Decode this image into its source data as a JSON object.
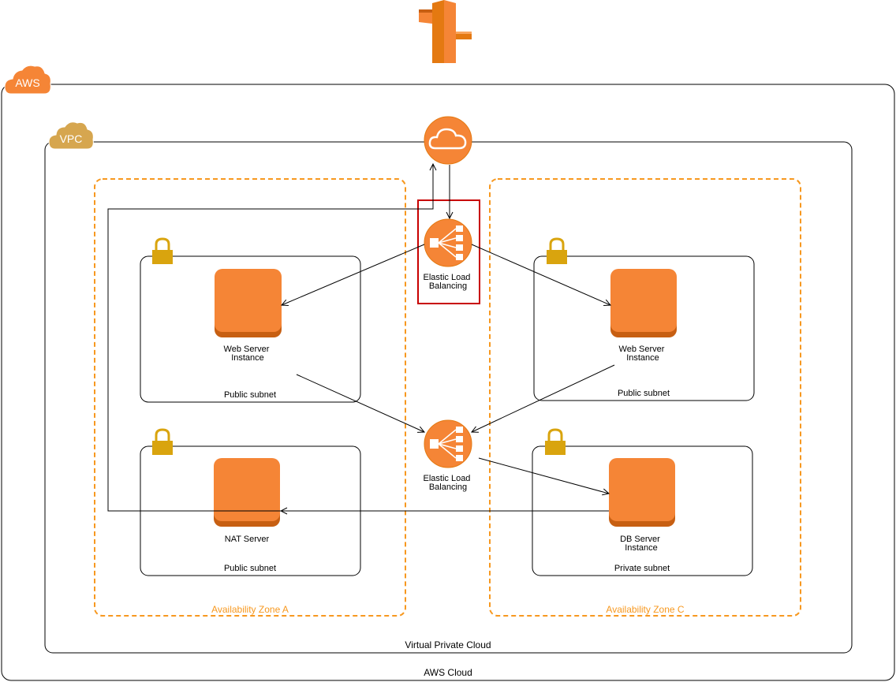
{
  "diagram": {
    "aws_badge": "AWS",
    "vpc_badge": "VPC",
    "aws_cloud_label": "AWS Cloud",
    "vpc_label": "Virtual Private Cloud",
    "zone_a_label": "Availability Zone A",
    "zone_c_label": "Availability Zone C",
    "subnets": {
      "a_top": "Public subnet",
      "c_top": "Public subnet",
      "a_bottom": "Public subnet",
      "c_bottom": "Private subnet"
    },
    "instances": {
      "web_a": [
        "Web Server",
        "Instance"
      ],
      "web_c": [
        "Web Server",
        "Instance"
      ],
      "nat": [
        "NAT Server"
      ],
      "db": [
        "DB Server",
        "Instance"
      ]
    },
    "load_balancers": {
      "public": [
        "Elastic Load",
        "Balancing"
      ],
      "internal": [
        "Elastic Load",
        "Balancing"
      ]
    },
    "colors": {
      "aws_orange": "#F58536",
      "instance_orange": "#F58536",
      "zone_dash": "#F7981F",
      "lock_gold": "#D9A40E",
      "vpc_gold": "#D6A64F",
      "highlight_red": "#C80000"
    }
  }
}
